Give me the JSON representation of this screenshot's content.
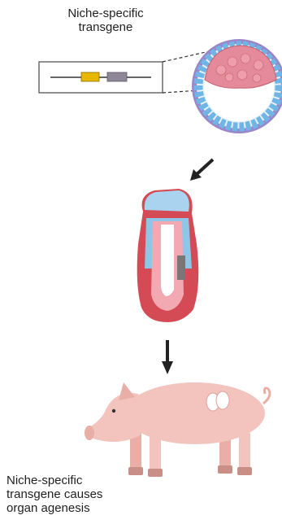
{
  "top_label": [
    "Niche-specific",
    "transgene"
  ],
  "bottom_label": [
    "Niche-specific",
    "transgene causes",
    "organ agenesis"
  ],
  "colors": {
    "transgene_yellow": "#e6b800",
    "transgene_gray": "#8e8797",
    "blastocyst_outer": "#9b86c9",
    "blastocyst_cells": "#6fb6e6",
    "inner_mass": "#e58a9a",
    "embryo_red": "#d44a55",
    "embryo_blue": "#8fc6e8",
    "pig_pink": "#f2c4bd"
  },
  "icons": [
    "plasmid-construct",
    "blastocyst",
    "down-arrow",
    "embryo",
    "pig"
  ]
}
